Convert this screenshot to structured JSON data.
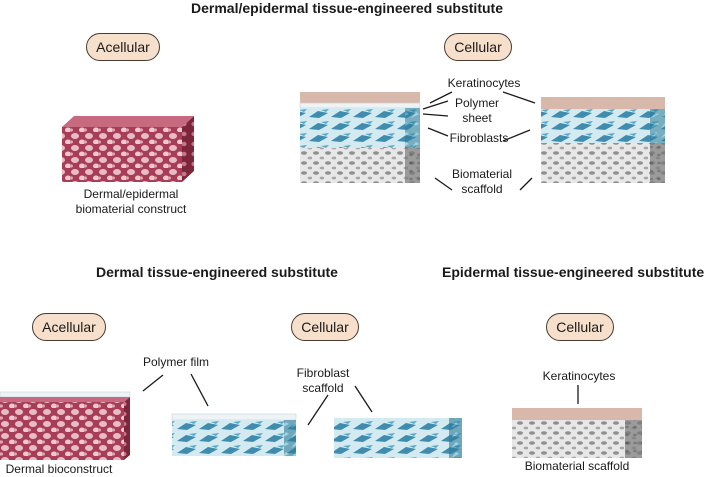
{
  "titles": {
    "top": "Dermal/epidermal tissue-engineered substitute",
    "dermal": "Dermal tissue-engineered substitute",
    "epidermal": "Epidermal tissue-engineered substitute"
  },
  "pills": {
    "top_acellular": "Acellular",
    "top_cellular": "Cellular",
    "dermal_acellular": "Acellular",
    "dermal_cellular": "Cellular",
    "epidermal_cellular": "Cellular"
  },
  "labels": {
    "dermal_epidermal_construct_line1": "Dermal/epidermal",
    "dermal_epidermal_construct_line2": "biomaterial construct",
    "keratinocytes_top": "Keratinocytes",
    "polymer_sheet_line1": "Polymer",
    "polymer_sheet_line2": "sheet",
    "fibroblasts": "Fibroblasts",
    "biomaterial_scaffold_line1": "Biomaterial",
    "biomaterial_scaffold_line2": "scaffold",
    "polymer_film": "Polymer film",
    "fibroblast_scaffold_line1": "Fibroblast",
    "fibroblast_scaffold_line2": "scaffold",
    "dermal_bioconstruct": "Dermal bioconstruct",
    "keratinocytes_bottom": "Keratinocytes",
    "biomaterial_scaffold_bottom": "Biomaterial scaffold"
  },
  "colors": {
    "pill_fill": "#f6dfcb",
    "pill_border": "#4a3a30",
    "keratinocyte_layer": "#d9b8ac",
    "fibroblast_layer": "#4f9fc0",
    "scaffold_layer": "#c9c9c9",
    "acellular_foam": "#b2455f"
  }
}
